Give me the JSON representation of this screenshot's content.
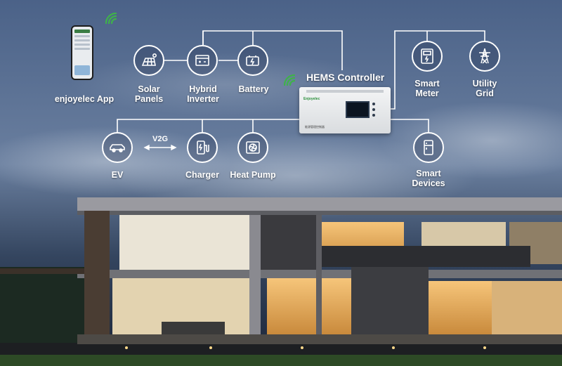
{
  "labels": {
    "app": "enjoyelec App",
    "solar": [
      "Solar",
      "Panels"
    ],
    "inverter": [
      "Hybrid",
      "Inverter"
    ],
    "battery": "Battery",
    "controller": "HEMS Controller",
    "smart_meter": [
      "Smart",
      "Meter"
    ],
    "utility_grid": [
      "Utility",
      "Grid"
    ],
    "ev": "EV",
    "v2g": "V2G",
    "charger": "Charger",
    "heat_pump": "Heat Pump",
    "smart_devices": [
      "Smart",
      "Devices"
    ]
  },
  "controller_screen": {
    "brand": "Enjoyelec",
    "fine_print": "能源管理控制器"
  },
  "icons": {
    "app": "smartphone-icon",
    "solar": "solar-panel-icon",
    "inverter": "inverter-icon",
    "battery": "battery-icon",
    "smart_meter": "meter-icon",
    "utility_grid": "power-tower-icon",
    "ev": "car-icon",
    "charger": "ev-charger-icon",
    "heat_pump": "fan-icon",
    "smart_devices": "fridge-icon",
    "wifi": "wifi-icon"
  },
  "colors": {
    "line": "#ffffff",
    "wifi": "#3fb24a",
    "sky_top": "#3a4f74",
    "house_glow": "#f0b35a"
  }
}
